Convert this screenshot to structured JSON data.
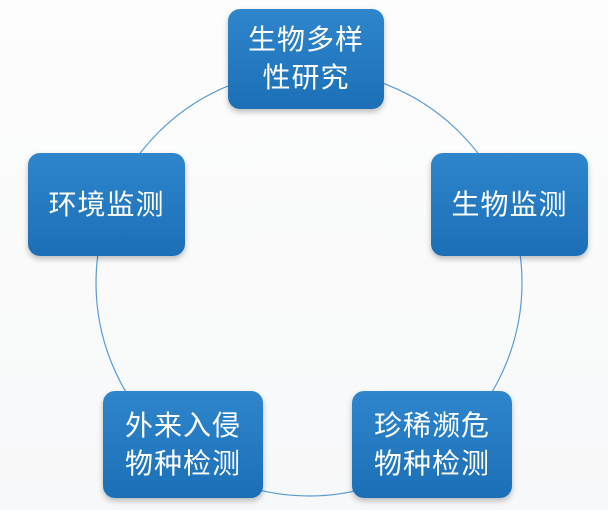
{
  "diagram": {
    "type": "cycle",
    "line_color": "#5b9bd5",
    "node_color": "#2276c0",
    "text_color": "#ffffff",
    "nodes": [
      {
        "id": "biodiversity",
        "label": "生物多样\n性研究"
      },
      {
        "id": "bio-monitor",
        "label": "生物监测"
      },
      {
        "id": "rare",
        "label": "珍稀濒危\n物种检测"
      },
      {
        "id": "invasive",
        "label": "外来入侵\n物种检测"
      },
      {
        "id": "env-monitor",
        "label": "环境监测"
      }
    ]
  }
}
